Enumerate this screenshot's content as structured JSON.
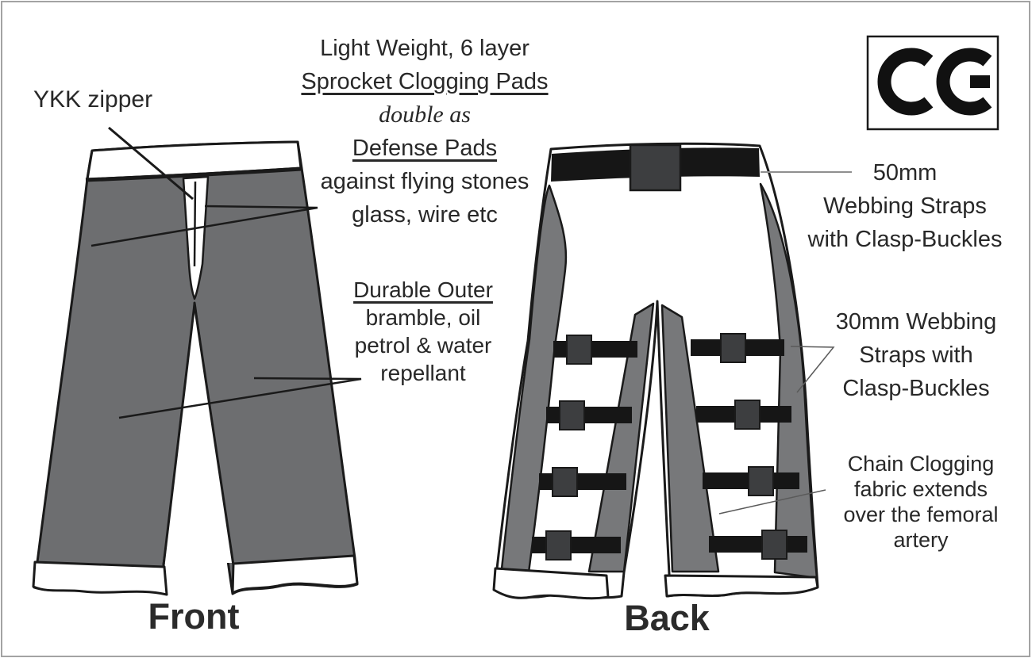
{
  "figure": {
    "front_label": "Front",
    "back_label": "Back"
  },
  "annotations": {
    "ykk": "YKK zipper",
    "pads": {
      "l1": "Light Weight, 6 layer",
      "l2": "Sprocket Clogging Pads",
      "l3": "double as",
      "l4": "Defense Pads",
      "l5": "against flying stones",
      "l6": "glass, wire etc"
    },
    "durable": {
      "l1": "Durable Outer",
      "l2": "bramble, oil",
      "l3": "petrol & water",
      "l4": "repellant"
    },
    "strap50": {
      "l1": "50mm",
      "l2": "Webbing Straps",
      "l3": "with Clasp-Buckles"
    },
    "strap30": {
      "l1": "30mm Webbing",
      "l2": "Straps with",
      "l3": "Clasp-Buckles"
    },
    "chain": {
      "l1": "Chain Clogging",
      "l2": "fabric extends",
      "l3": "over the femoral",
      "l4": "artery"
    }
  },
  "icons": {
    "ce_mark": "CE"
  },
  "colors": {
    "fabric_gray": "#6d6e70",
    "panel_gray": "#77787a",
    "strap_black": "#161616",
    "buckle_gray": "#3d3e40",
    "outline_black": "#1a1a1a",
    "leader_gray": "#8f8f8f",
    "thin_leader_gray": "#5a5a5a"
  }
}
